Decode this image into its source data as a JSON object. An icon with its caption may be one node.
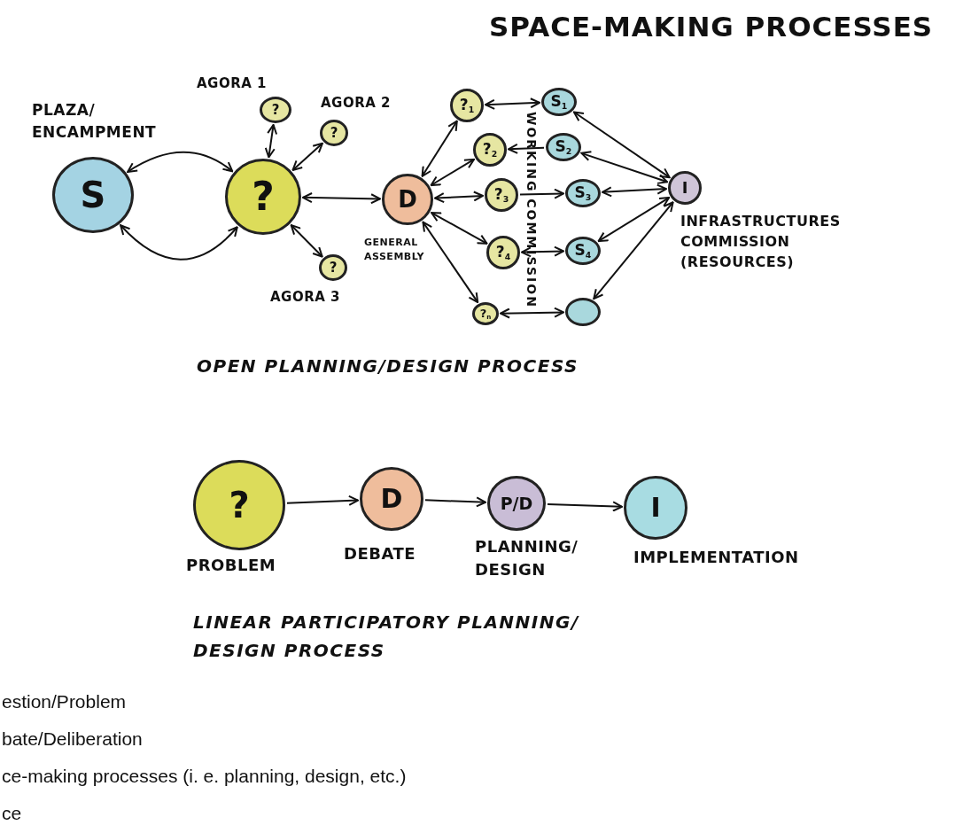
{
  "diagram": {
    "title": "SPACE-MAKING PROCESSES",
    "nodes": [
      {
        "text": [
          "S"
        ],
        "beside": [
          "PLAZA/ ENCAMPMENT"
        ]
      },
      {
        "text": [
          "?"
        ]
      },
      {
        "text": [
          "?"
        ],
        "beside": [
          "AGORA 1"
        ]
      },
      {
        "text": [
          "?"
        ],
        "beside": [
          "AGORA 2"
        ]
      },
      {
        "text": [
          "?"
        ],
        "beside": [
          "AGORA 3"
        ]
      },
      {
        "text": [
          "D"
        ],
        "beside": [
          "GENERAL ASSEMBLY"
        ]
      },
      {
        "text": [
          "?$_{1}$"
        ]
      },
      {
        "text": [
          "?$_{2}$"
        ]
      },
      {
        "text": [
          "?$_{3}$"
        ]
      },
      {
        "text": [
          "?$_{4}$"
        ]
      },
      {
        "text": [
          "?$_{n}$"
        ]
      },
      {
        "text": [
          "S$_{1}$"
        ]
      },
      {
        "text": [
          "S$_{2}$"
        ]
      },
      {
        "text": [
          "S$_{3}$"
        ]
      },
      {
        "text": [
          "S$_{4}$"
        ]
      },
      {
        "text": [],
        "shape": "circle"
      },
      {
        "text": [
          "I"
        ],
        "beside": [
          "INFRASTRUCTURES COMMISSION (RESOURCES)"
        ]
      },
      {
        "text": [
          "?"
        ],
        "beside": [
          "PROBLEM"
        ]
      },
      {
        "text": [
          "D"
        ],
        "beside": [
          "DEBATE"
        ]
      },
      {
        "text": [
          "P/D"
        ],
        "beside": [
          "PLANNING/ DESIGN"
        ]
      },
      {
        "text": [
          "I"
        ],
        "beside": [
          "IMPLEMENTATION"
        ]
      }
    ],
    "edges": [
      {
        "from": 1,
        "to": 0,
        "arrow": "both"
      },
      {
        "from": 1,
        "to": 0,
        "arrow": "both"
      },
      {
        "from": 1,
        "to": 2,
        "arrow": "both"
      },
      {
        "from": 1,
        "to": 3,
        "arrow": "both"
      },
      {
        "from": 1,
        "to": 4,
        "arrow": "both"
      },
      {
        "from": 1,
        "to": 5,
        "arrow": "both"
      },
      {
        "from": 5,
        "to": 6,
        "arrow": "both"
      },
      {
        "from": 5,
        "to": 7,
        "arrow": "both"
      },
      {
        "from": 5,
        "to": 8,
        "arrow": "both"
      },
      {
        "from": 5,
        "to": 9,
        "arrow": "both"
      },
      {
        "from": 5,
        "to": 10,
        "arrow": "both"
      },
      {
        "from": 6,
        "to": 11,
        "arrow": "both"
      },
      {
        "from": 12,
        "to": 7,
        "arrow": "to"
      },
      {
        "from": 8,
        "to": 13,
        "arrow": "to"
      },
      {
        "from": 9,
        "to": 14,
        "arrow": "both"
      },
      {
        "from": 10,
        "to": 15,
        "arrow": "both"
      },
      {
        "from": 11,
        "to": 16,
        "arrow": "both"
      },
      {
        "from": 12,
        "to": 16,
        "arrow": "both"
      },
      {
        "from": 13,
        "to": 16,
        "arrow": "both"
      },
      {
        "from": 14,
        "to": 16,
        "arrow": "both"
      },
      {
        "from": 15,
        "to": 16,
        "arrow": "both"
      },
      {
        "from": 17,
        "to": 18,
        "arrow": "to"
      },
      {
        "from": 18,
        "to": 19,
        "arrow": "to"
      },
      {
        "from": 19,
        "to": 20,
        "arrow": "to"
      }
    ],
    "labels": [
      "WORKING COMMISSION",
      "OPEN PLANNING/DESIGN PROCESS",
      "LINEAR PARTICIPATORY PLANNING/ DESIGN PROCESS",
      "estion/Problem",
      "bate/Deliberation",
      "ce-making processes (i. e. planning, design, etc.)",
      "ce"
    ]
  }
}
